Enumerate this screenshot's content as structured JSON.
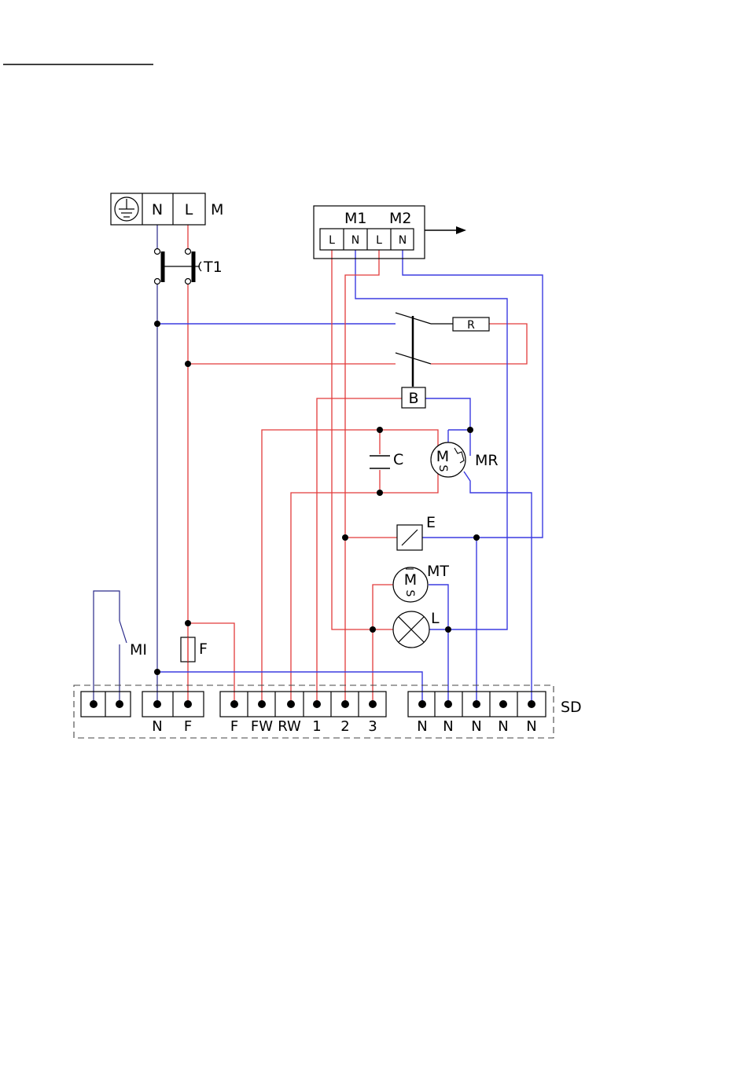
{
  "mains": {
    "earth_icon": "earth-ground-icon",
    "n": "N",
    "l": "L",
    "label": "M"
  },
  "thermostat": {
    "label": "T1"
  },
  "motors_box": {
    "m1": "M1",
    "m2": "M2",
    "terminals": [
      "L",
      "N",
      "L",
      "N"
    ]
  },
  "components": {
    "resistor": "R",
    "block": "B",
    "capacitor": "C",
    "motor_mr_letter": "M",
    "motor_mr_sub": "S",
    "motor_mr": "MR",
    "element": "E",
    "motor_mt_letter": "M",
    "motor_mt_sub": "S",
    "motor_mt": "MT",
    "lamp": "L",
    "switch": "MI",
    "fuse": "F"
  },
  "terminal_strip": {
    "label": "SD",
    "group1": [
      "",
      ""
    ],
    "group2": [
      "N",
      "F"
    ],
    "group3": [
      "F",
      "FW",
      "RW",
      "1",
      "2",
      "3"
    ],
    "group4": [
      "N",
      "N",
      "N",
      "N",
      "N"
    ]
  },
  "colors": {
    "live": "#e23b3b",
    "neutral": "#3b3be0",
    "ground": "#000000"
  }
}
